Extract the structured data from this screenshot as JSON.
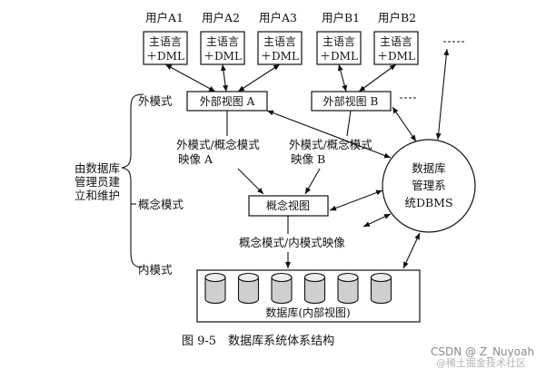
{
  "users": [
    {
      "name": "用户A1",
      "lines": [
        "主语言",
        "＋DML"
      ]
    },
    {
      "name": "用户A2",
      "lines": [
        "主语言",
        "＋DML"
      ]
    },
    {
      "name": "用户A3",
      "lines": [
        "主语言",
        "＋DML"
      ]
    },
    {
      "name": "用户B1",
      "lines": [
        "主语言",
        "＋DML"
      ]
    },
    {
      "name": "用户B2",
      "lines": [
        "主语言",
        "＋DML"
      ]
    }
  ],
  "views": {
    "external_a": "外部视图 A",
    "external_b": "外部视图 B",
    "conceptual": "概念视图",
    "internal": "数据库(内部视图)"
  },
  "mappings": {
    "a_line1": "外模式/概念模式",
    "a_line2": "映像 A",
    "b_line1": "外模式/概念模式",
    "b_line2": "映像 B",
    "conceptual_internal": "概念模式/内模式映像"
  },
  "levels": {
    "external": "外模式",
    "conceptual": "概念模式",
    "internal": "内模式"
  },
  "side_label": [
    "由数据库",
    "管理员建",
    "立和维护"
  ],
  "dbms": [
    "数据库",
    "管理系",
    "统DBMS"
  ],
  "caption": "图 9-5　数据库系统体系结构",
  "watermark": {
    "csdn": "CSDN @ Z_Nuyoah",
    "community": "@稀土掘金技术社区"
  },
  "cylinder_count": 6
}
